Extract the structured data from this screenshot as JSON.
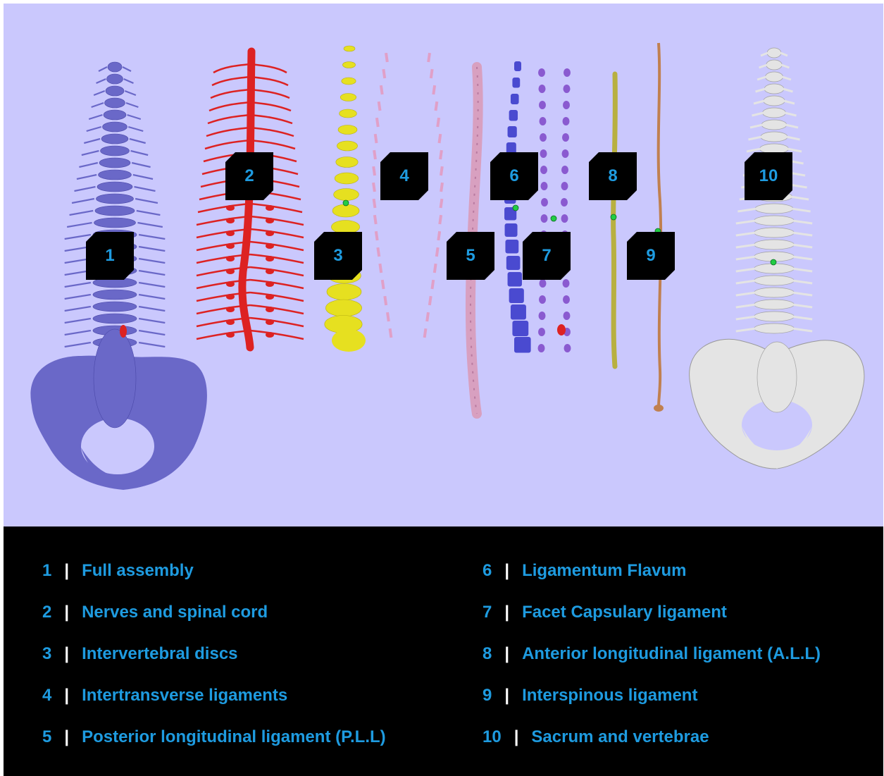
{
  "palette": {
    "background": "#cac8fd",
    "legend_background": "#000000",
    "label_text": "#1e9be0",
    "separator": "#ffffff",
    "full_assembly": "#6a68c8",
    "nerves": "#dd2222",
    "discs": "#e6e020",
    "intertransverse": "#e0a0c8",
    "pll": "#d8a0c0",
    "flavum": "#4a4ad0",
    "facet": "#8a5ad0",
    "all": "#b8b040",
    "interspinous": "#c08050",
    "vertebrae": "#e4e4e4",
    "point_marker": "#22cc44"
  },
  "markers": [
    {
      "number": "1"
    },
    {
      "number": "2"
    },
    {
      "number": "3"
    },
    {
      "number": "4"
    },
    {
      "number": "5"
    },
    {
      "number": "6"
    },
    {
      "number": "7"
    },
    {
      "number": "8"
    },
    {
      "number": "9"
    },
    {
      "number": "10"
    }
  ],
  "legend": {
    "separator": "|",
    "items": [
      {
        "number": "1",
        "label": "Full assembly"
      },
      {
        "number": "2",
        "label": "Nerves and spinal cord"
      },
      {
        "number": "3",
        "label": "Intervertebral discs"
      },
      {
        "number": "4",
        "label": "Intertransverse ligaments"
      },
      {
        "number": "5",
        "label": "Posterior longitudinal ligament (P.L.L)"
      },
      {
        "number": "6",
        "label": "Ligamentum Flavum"
      },
      {
        "number": "7",
        "label": "Facet Capsulary ligament"
      },
      {
        "number": "8",
        "label": "Anterior longitudinal ligament (A.L.L)"
      },
      {
        "number": "9",
        "label": "Interspinous ligament"
      },
      {
        "number": "10",
        "label": "Sacrum and vertebrae"
      }
    ]
  }
}
